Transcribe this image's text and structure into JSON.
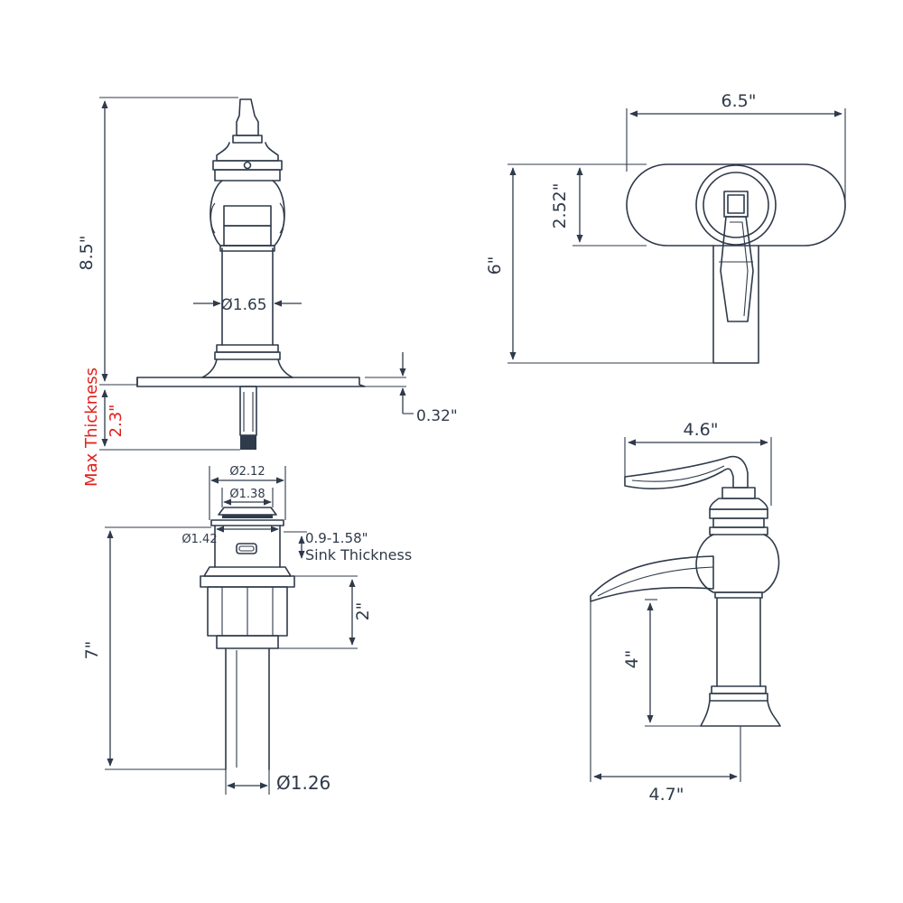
{
  "labels": {
    "height_8_5": "8.5\"",
    "dia_1_65": "Ø1.65",
    "deck_0_32": "0.32\"",
    "max_thickness": "Max Thickness",
    "shank_2_3": "2.3\"",
    "dia_2_12": "Ø2.12",
    "dia_1_38": "Ø1.38",
    "dia_1_42": "Ø1.42",
    "sink_range": "0.9-1.58\"",
    "sink_thickness": "Sink Thickness",
    "drain_2": "2\"",
    "drain_7": "7\"",
    "dia_1_26": "Ø1.26",
    "width_6_5": "6.5\"",
    "height_2_52": "2.52\"",
    "height_6": "6\"",
    "handle_4_6": "4.6\"",
    "spout_4": "4\"",
    "reach_4_7": "4.7\""
  },
  "colors": {
    "line": "#2f3a4a",
    "accent_red": "#e0201b"
  }
}
